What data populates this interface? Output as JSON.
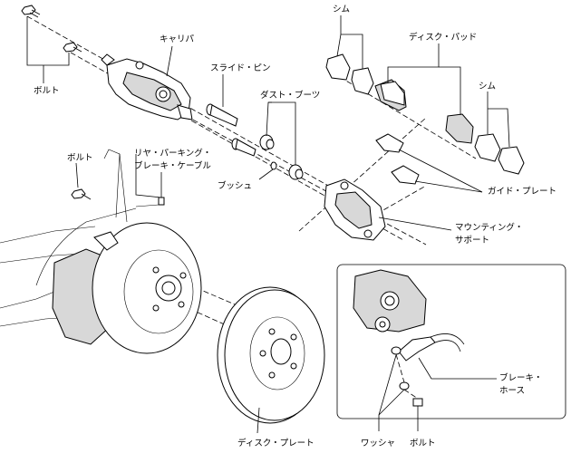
{
  "labels": {
    "bolt_top": "ボルト",
    "caliper": "キャリパ",
    "slide_pin": "スライド・ピン",
    "dust_boot": "ダスト・ブーツ",
    "bush": "ブッシュ",
    "shim_top": "シム",
    "disc_pad": "ディスク・パッド",
    "shim_right": "シム",
    "guide_plate": "ガイド・プレート",
    "mounting_support_1": "マウンティング・",
    "mounting_support_2": "サポート",
    "bolt_left": "ボルト",
    "parking_cable_1": "リヤ・パーキング・",
    "parking_cable_2": "ブレーキ・ケーブル",
    "disc_plate": "ディスク・プレート",
    "brake_hose_1": "ブレーキ・",
    "brake_hose_2": "ホース",
    "washer": "ワッシャ",
    "bolt_inset": "ボルト"
  }
}
